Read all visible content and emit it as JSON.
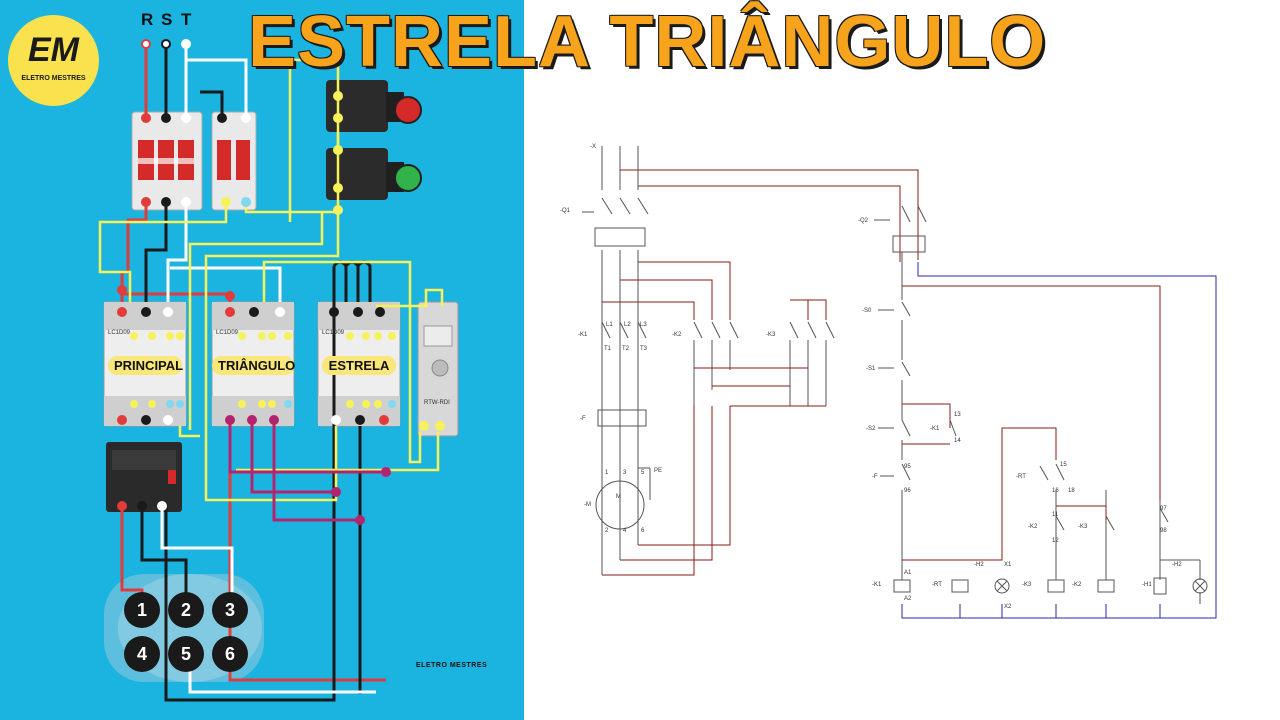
{
  "title": "ESTRELA TRIÂNGULO",
  "logo": {
    "mark": "EM",
    "name": "ELETRO MESTRES"
  },
  "phases": [
    "R",
    "S",
    "T"
  ],
  "contactors": [
    {
      "label": "PRINCIPAL",
      "model": "LC1D09"
    },
    {
      "label": "TRIÂNGULO",
      "model": "LC1D09"
    },
    {
      "label": "ESTRELA",
      "model": "LC1D09"
    }
  ],
  "timer_label": "RTW-RDI",
  "motor_terminals": [
    "1",
    "2",
    "3",
    "4",
    "5",
    "6"
  ],
  "watermark": "ELETRO MESTRES",
  "schematic": {
    "power_labels": {
      "x": "-X",
      "q1": "-Q1",
      "k1": "-K1",
      "k2": "-K2",
      "k3": "-K3",
      "f": "-F",
      "m": "-M",
      "l1": "L1",
      "l2": "L2",
      "l3": "L3",
      "t1": "T1",
      "t2": "T2",
      "t3": "T3",
      "n1": "1",
      "n3": "3",
      "n5": "5",
      "n2": "2",
      "n4": "4",
      "n6": "6",
      "pe": "PE",
      "mm": "M"
    },
    "control_labels": {
      "q2": "-Q2",
      "s0": "-S0",
      "s1": "-S1",
      "s2": "-S2",
      "k1": "-K1",
      "f": "-F",
      "rt": "-RT",
      "k2": "-K2",
      "k3": "-K3",
      "h2": "-H2",
      "h1": "-H1",
      "a1": "A1",
      "a2": "A2",
      "x1": "X1",
      "x2": "X2",
      "c95": "95",
      "c96": "96",
      "c97": "97",
      "c98": "98",
      "c13": "13",
      "c14": "14",
      "c15": "15",
      "c16": "16",
      "c18": "18",
      "c11": "11",
      "c12": "12"
    }
  },
  "colors": {
    "panel_bg": "#1bb4e0",
    "title": "#f7a41c",
    "wire_red": "#e23b3b",
    "wire_black": "#1a1a1a",
    "wire_white": "#ffffff",
    "wire_yellow": "#f7f25a",
    "wire_magenta": "#b4246e",
    "sch_red": "#8b1a1a",
    "sch_blue": "#2a2aa8"
  }
}
